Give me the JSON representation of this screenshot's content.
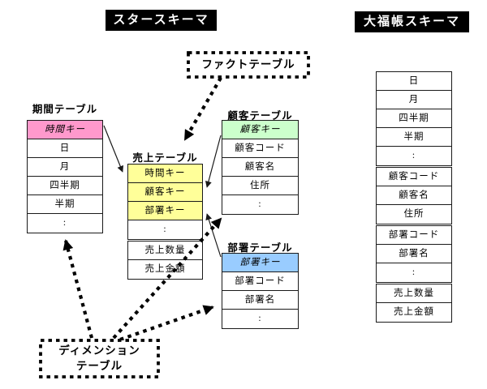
{
  "headers": {
    "star": "スタースキーマ",
    "flat": "大福帳スキーマ"
  },
  "callouts": {
    "fact": "ファクトテーブル",
    "dimension_line1": "ディメンション",
    "dimension_line2": "テーブル"
  },
  "colors": {
    "time_key_bg": "#FF99CC",
    "fact_key_bg": "#FFFF99",
    "customer_key_bg": "#CCFFCC",
    "department_key_bg": "#99CCFF"
  },
  "tables": {
    "period": {
      "title": "期間テーブル",
      "key": "時間キー",
      "rows": [
        "日",
        "月",
        "四半期",
        "半期",
        ":"
      ]
    },
    "sales": {
      "title": "売上テーブル",
      "keys": [
        "時間キー",
        "顧客キー",
        "部署キー",
        ":"
      ],
      "measures": [
        "売上数量",
        "売上金額"
      ]
    },
    "customer": {
      "title": "顧客テーブル",
      "key": "顧客キー",
      "rows": [
        "顧客コード",
        "顧客名",
        "住所",
        ":"
      ]
    },
    "department": {
      "title": "部署テーブル",
      "key": "部署キー",
      "rows": [
        "部署コード",
        "部署名",
        ":"
      ]
    },
    "flat": {
      "groups": [
        [
          "日",
          "月",
          "四半期",
          "半期",
          ":"
        ],
        [
          "顧客コード",
          "顧客名",
          "住所"
        ],
        [
          "部署コード",
          "部署名",
          ":"
        ],
        [
          "売上数量",
          "売上金額"
        ]
      ]
    }
  }
}
